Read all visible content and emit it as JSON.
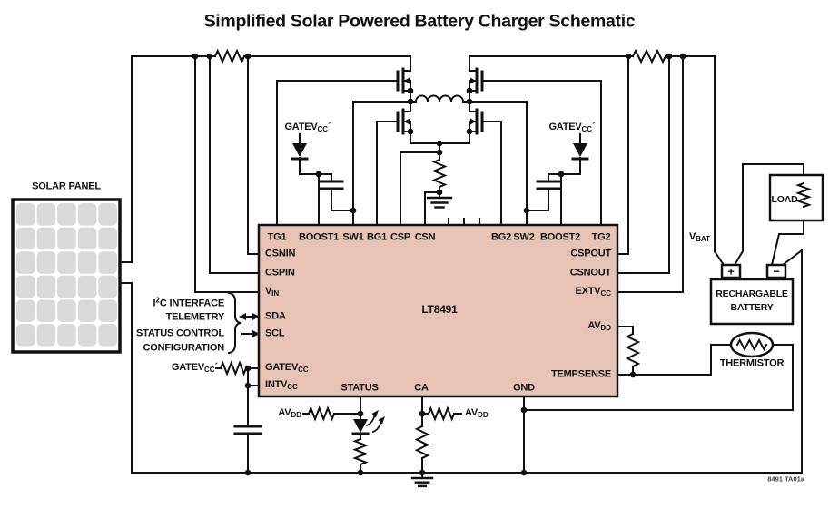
{
  "title": "Simplified Solar Powered Battery Charger Schematic",
  "footer_code": "8491 TA01a",
  "colors": {
    "ic_fill": "#e7c3b5",
    "panel_cell": "#d9d9d9",
    "line": "#111111"
  },
  "solar_panel": {
    "label": "SOLAR PANEL"
  },
  "ic": {
    "part": "LT8491",
    "pins_top": [
      "TG1",
      "BOOST1",
      "SW1",
      "BG1",
      "CSP",
      "CSN",
      "BG2",
      "SW2",
      "BOOST2",
      "TG2"
    ],
    "pins_left": {
      "csnin": "CSNIN",
      "cspin": "CSPIN",
      "vin_pre": "V",
      "vin_sub": "IN",
      "sda": "SDA",
      "scl": "SCL",
      "gatevcc_pre": "GATEV",
      "gatevcc_sub": "CC",
      "intvcc_pre": "INTV",
      "intvcc_sub": "CC"
    },
    "pins_right": {
      "cspout": "CSPOUT",
      "csnout": "CSNOUT",
      "extvcc_pre": "EXTV",
      "extvcc_sub": "CC",
      "avdd_pre": "AV",
      "avdd_sub": "DD",
      "tempsense": "TEMPSENSE"
    },
    "pins_bottom": {
      "status": "STATUS",
      "ca": "CA",
      "gnd": "GND"
    }
  },
  "i2c_block": {
    "line1_pre": "I",
    "line1_sup": "2",
    "line1_post": "C INTERFACE",
    "line2": "TELEMETRY",
    "line3": "STATUS CONTROL",
    "line4": "CONFIGURATION"
  },
  "net_labels": {
    "gatevcc_prime_pre": "GATEV",
    "gatevcc_prime_sub": "CC",
    "gatevcc_prime_post": "´",
    "vbat_pre": "V",
    "vbat_sub": "BAT",
    "avdd_pre": "AV",
    "avdd_sub": "DD"
  },
  "right_section": {
    "load": "LOAD",
    "battery_line1": "RECHARGABLE",
    "battery_line2": "BATTERY",
    "battery_plus": "+",
    "battery_minus": "−",
    "thermistor": "THERMISTOR"
  }
}
